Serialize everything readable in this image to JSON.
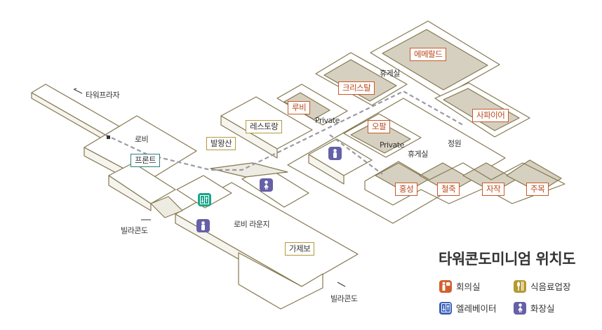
{
  "title": "타워콘도미니엄 위치도",
  "map_labels": {
    "tower_plaza": "타워프라자",
    "lobby": "로비",
    "front": "프론트",
    "balwangsan": "발왕산",
    "restaurant": "레스토랑",
    "ruby": "루비",
    "private1": "Private",
    "crystal": "크리스탈",
    "lounge_top": "휴게실",
    "emerald": "에메랄드",
    "opal": "오팔",
    "private2": "Private",
    "lounge_mid": "휴게실",
    "garden": "정원",
    "sapphire": "사파이어",
    "hongseong": "홍성",
    "cheoljuk": "철죽",
    "jajak": "자작",
    "jumok": "주목",
    "lobby_lounge": "로비 라운지",
    "gazebo": "가제보",
    "villa_left": "빌라콘도",
    "villa_bottom": "빌라콘도"
  },
  "legend": [
    {
      "label": "회의실",
      "icon": "meeting-room-icon",
      "color": "#d2602e"
    },
    {
      "label": "식음료업장",
      "icon": "restaurant-icon",
      "color": "#b59a32"
    },
    {
      "label": "엘레베이터",
      "icon": "elevator-icon",
      "color": "#3a62b8"
    },
    {
      "label": "화장실",
      "icon": "restroom-icon",
      "color": "#6660a8"
    }
  ],
  "colors": {
    "meeting": "#c85a28",
    "food": "#b39a3a",
    "front": "#2e7f7f",
    "elevator_map": "#1aa58a",
    "restroom": "#6660a8",
    "floor": "#d6d0c0",
    "wall": "#857850"
  }
}
